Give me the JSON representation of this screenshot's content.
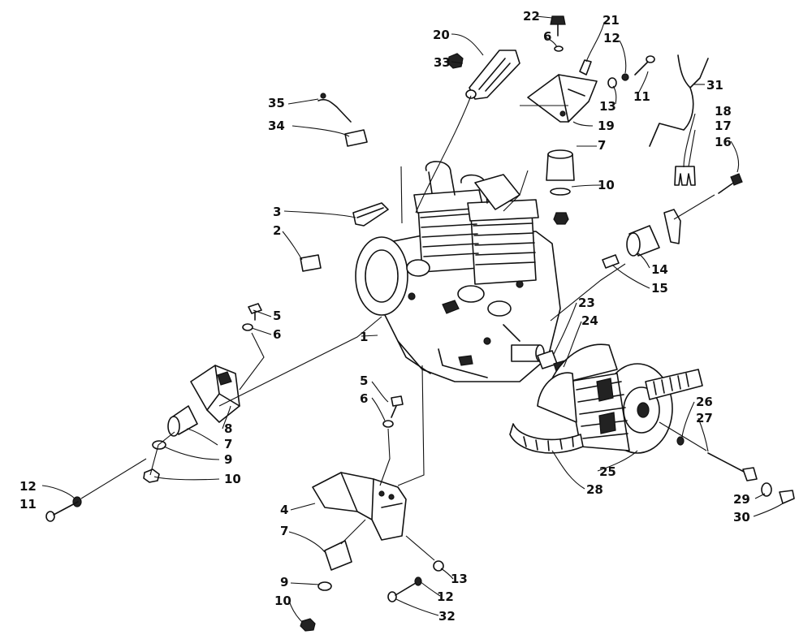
{
  "diagram": {
    "callout_labels": {
      "p1": "1",
      "p2": "2",
      "p3": "3",
      "p4": "4",
      "p5a": "5",
      "p5b": "5",
      "p6a": "6",
      "p6b": "6",
      "p6c": "6",
      "p7a": "7",
      "p7b": "7",
      "p7c": "7",
      "p8": "8",
      "p9a": "9",
      "p9b": "9",
      "p10a": "10",
      "p10b": "10",
      "p10c": "10",
      "p11a": "11",
      "p11b": "11",
      "p12a": "12",
      "p12b": "12",
      "p12c": "12",
      "p13a": "13",
      "p13b": "13",
      "p14": "14",
      "p15": "15",
      "p16": "16",
      "p17": "17",
      "p18": "18",
      "p19": "19",
      "p20": "20",
      "p21": "21",
      "p22": "22",
      "p23": "23",
      "p24": "24",
      "p25": "25",
      "p26": "26",
      "p27": "27",
      "p28": "28",
      "p29": "29",
      "p30": "30",
      "p31": "31",
      "p32": "32",
      "p33": "33",
      "p34": "34",
      "p35": "35"
    }
  }
}
